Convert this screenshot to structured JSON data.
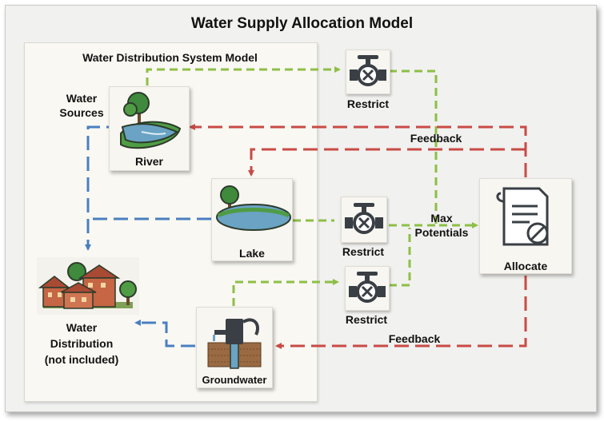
{
  "title": "Water Supply Allocation Model",
  "system_title": "Water Distribution System Model",
  "water_sources_label": "Water\nSources",
  "nodes": {
    "river": "River",
    "lake": "Lake",
    "groundwater": "Groundwater",
    "allocate": "Allocate",
    "water_distribution": "Water\nDistribution\n(not included)"
  },
  "valves": {
    "top": "Restrict",
    "middle": "Restrict",
    "bottom": "Restrict"
  },
  "edge_labels": {
    "feedback_top": "Feedback",
    "feedback_bottom": "Feedback",
    "max_potentials": "Max\nPotentials"
  },
  "colors": {
    "supply_flow": "#8dbf45",
    "feedback_flow": "#c94a45",
    "distribution_flow": "#4a7fc0"
  }
}
